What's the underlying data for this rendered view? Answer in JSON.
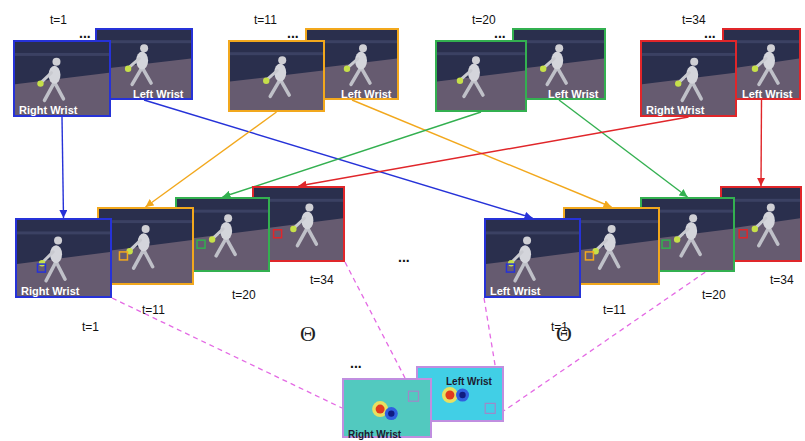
{
  "diagram": {
    "nodes": [
      {
        "text": [
          "t=1",
          "Right Wrist"
        ]
      },
      {
        "text": [
          "Left Wrist"
        ]
      },
      {
        "text": [
          "t=11"
        ]
      },
      {
        "text": [
          "Left Wrist"
        ]
      },
      {
        "text": [
          "t=20"
        ]
      },
      {
        "text": [
          "Left Wrist"
        ]
      },
      {
        "text": [
          "t=34",
          "Right Wrist"
        ]
      },
      {
        "text": [
          "Left Wrist"
        ]
      },
      {
        "text": [
          "Right Wrist",
          "t=1"
        ]
      },
      {
        "text": [
          "t=11"
        ]
      },
      {
        "text": [
          "t=20"
        ]
      },
      {
        "text": [
          "t=34"
        ]
      },
      {
        "text": [
          "Left Wrist",
          "t=1"
        ]
      },
      {
        "text": [
          "t=11"
        ]
      },
      {
        "text": [
          "t=20"
        ]
      },
      {
        "text": [
          "t=34"
        ]
      },
      {
        "text": [
          "Right Wrist"
        ]
      },
      {
        "text": [
          "Left Wrist"
        ]
      }
    ],
    "edges": [
      {
        "from": 0,
        "to": 8,
        "arrow": "to"
      },
      {
        "from": 1,
        "to": 12,
        "arrow": "to"
      },
      {
        "from": 2,
        "to": 9,
        "arrow": "to"
      },
      {
        "from": 3,
        "to": 13,
        "arrow": "to"
      },
      {
        "from": 4,
        "to": 10,
        "arrow": "to"
      },
      {
        "from": 5,
        "to": 14,
        "arrow": "to"
      },
      {
        "from": 6,
        "to": 11,
        "arrow": "to"
      },
      {
        "from": 7,
        "to": 15,
        "arrow": "to"
      },
      {
        "from": 8,
        "to": 16,
        "arrow": "none"
      },
      {
        "from": 11,
        "to": 16,
        "arrow": "none"
      },
      {
        "from": 12,
        "to": 17,
        "arrow": "none"
      },
      {
        "from": 15,
        "to": 17,
        "arrow": "none"
      }
    ],
    "labels": [
      "...",
      "...",
      "...",
      "...",
      "...",
      "...",
      "Θ",
      "Θ"
    ]
  }
}
